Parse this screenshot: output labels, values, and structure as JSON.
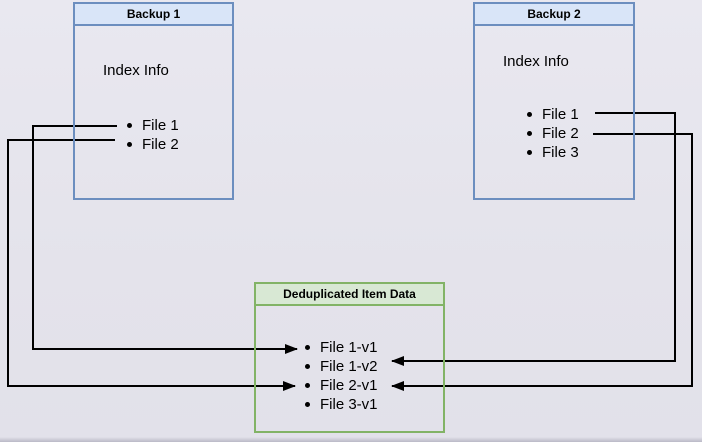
{
  "diagram": {
    "background_color": "#e4e3eb",
    "connector_color": "#000000",
    "boxes": [
      {
        "id": "backup1",
        "title": "Backup 1",
        "subtitle": "Index Info",
        "items": [
          "File 1",
          "File 2"
        ],
        "header_bg": "#d9e5f8",
        "border_color": "#6c8ebf"
      },
      {
        "id": "backup2",
        "title": "Backup 2",
        "subtitle": "Index Info",
        "items": [
          "File 1",
          "File 2",
          "File 3"
        ],
        "header_bg": "#d9e5f8",
        "border_color": "#6c8ebf"
      },
      {
        "id": "dedup",
        "title": "Deduplicated Item Data",
        "items": [
          "File 1-v1",
          "File 1-v2",
          "File 2-v1",
          "File 3-v1"
        ],
        "header_bg": "#d8e8d4",
        "border_color": "#82b366"
      }
    ],
    "connections": [
      {
        "from": "Backup 1 / File 1",
        "to": "Deduplicated Item Data / File 1-v1"
      },
      {
        "from": "Backup 1 / File 2",
        "to": "Deduplicated Item Data / File 2-v1"
      },
      {
        "from": "Backup 2 / File 1",
        "to": "Deduplicated Item Data / File 1-v2"
      },
      {
        "from": "Backup 2 / File 2",
        "to": "Deduplicated Item Data / File 2-v1"
      }
    ]
  }
}
